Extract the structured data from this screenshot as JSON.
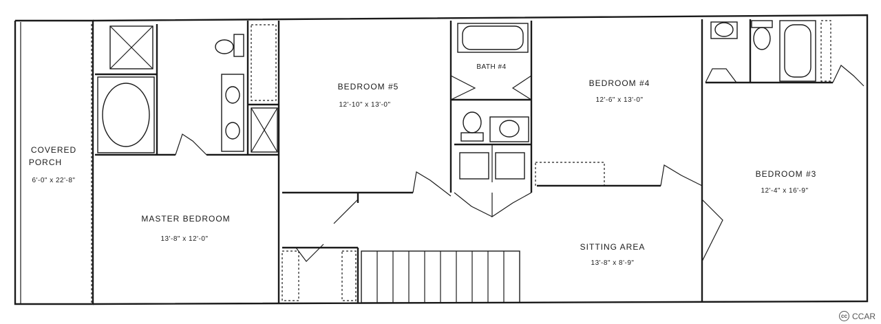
{
  "rooms": {
    "covered_porch": {
      "line1": "COVERED",
      "line2": "PORCH",
      "size": "6'-0\" x 22'-8\""
    },
    "master_bedroom": {
      "name": "MASTER BEDROOM",
      "size": "13'-8\" x 12'-0\""
    },
    "bedroom5": {
      "name": "BEDROOM #5",
      "size": "12'-10\" x 13'-0\""
    },
    "bath4": {
      "name": "BATH #4"
    },
    "bedroom4": {
      "name": "BEDROOM #4",
      "size": "12'-6\" x 13'-0\""
    },
    "bedroom3": {
      "name": "BEDROOM #3",
      "size": "12'-4\" x 16'-9\""
    },
    "sitting_area": {
      "name": "SITTING AREA",
      "size": "13'-8\" x 8'-9\""
    }
  },
  "watermark": {
    "badge": "cc",
    "label": "CCAR"
  }
}
